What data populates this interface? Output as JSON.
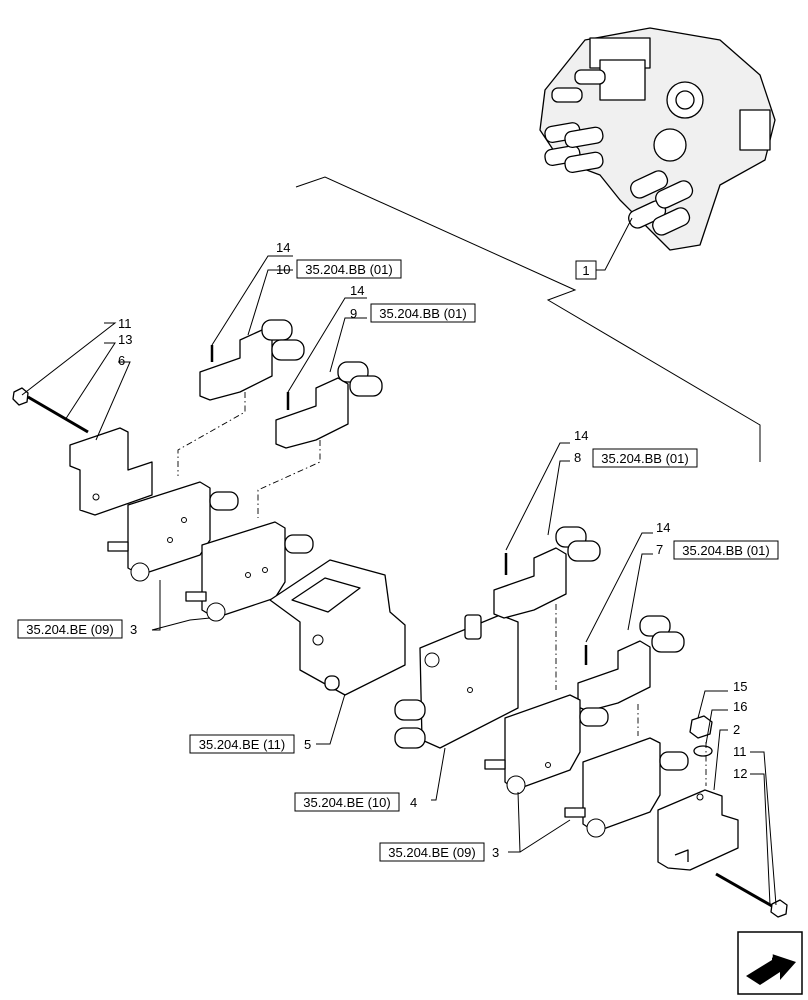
{
  "refs": {
    "bb_10": "35.204.BB (01)",
    "bb_9": "35.204.BB (01)",
    "bb_8": "35.204.BB (01)",
    "bb_7": "35.204.BB (01)",
    "be_09_left": "35.204.BE (09)",
    "be_11": "35.204.BE (11)",
    "be_10": "35.204.BE (10)",
    "be_09_right": "35.204.BE (09)"
  },
  "items": {
    "n1": "1",
    "n2": "2",
    "n3_left": "3",
    "n3_right": "3",
    "n4": "4",
    "n5": "5",
    "n6": "6",
    "n7": "7",
    "n8": "8",
    "n9": "9",
    "n10": "10",
    "n11_left": "11",
    "n11_right": "11",
    "n12": "12",
    "n13": "13",
    "n14_a": "14",
    "n14_b": "14",
    "n14_c": "14",
    "n14_d": "14",
    "n15": "15",
    "n16": "16"
  },
  "nav": {
    "icon": "next-page-arrow-icon"
  }
}
